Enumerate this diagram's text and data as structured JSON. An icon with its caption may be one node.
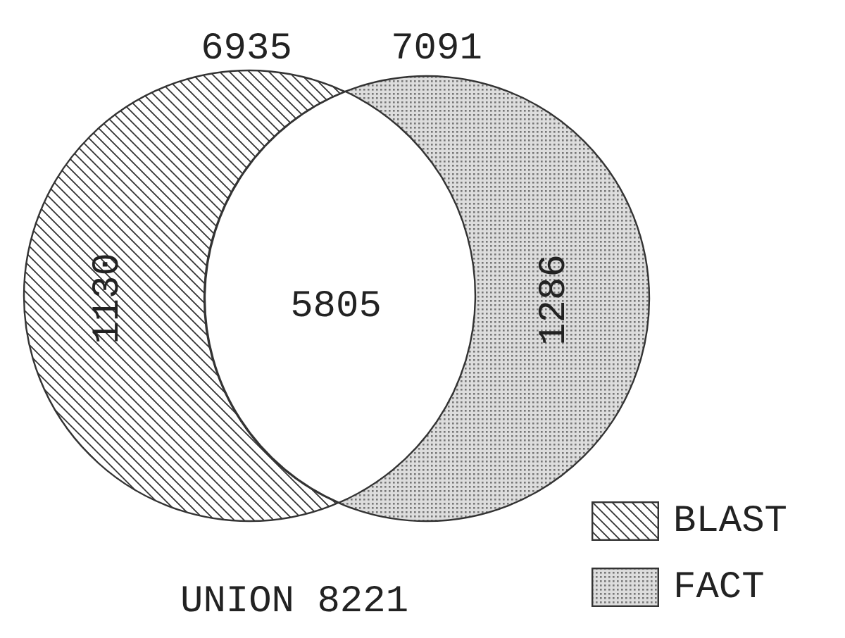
{
  "diagram": {
    "nodes": [
      {
        "text": [
          "6935",
          "1130"
        ]
      },
      {
        "text": [
          "7091",
          "1286"
        ]
      },
      {
        "text": [
          "5805"
        ]
      }
    ],
    "labels": [
      "UNION 8221"
    ],
    "legend": [
      {
        "text": "BLAST"
      },
      {
        "text": "FACT"
      }
    ]
  }
}
